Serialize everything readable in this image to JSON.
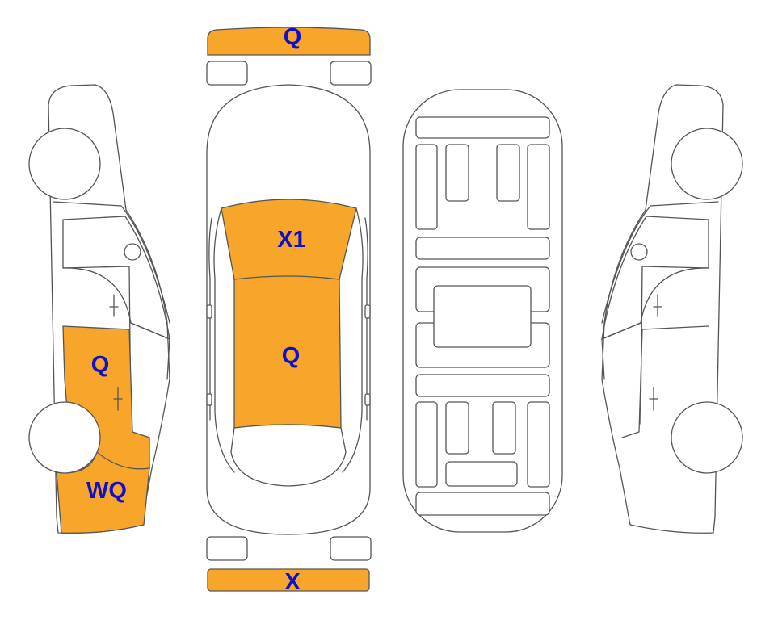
{
  "colors": {
    "damage_fill": "#F7A62B",
    "code_text": "#1010CC",
    "outline": "#555555"
  },
  "damage": {
    "front_bumper": "Q",
    "rear_bumper": "X",
    "roof": "X1",
    "hood": "Q",
    "left_front_door": "Q",
    "left_front_fender": "WQ"
  }
}
